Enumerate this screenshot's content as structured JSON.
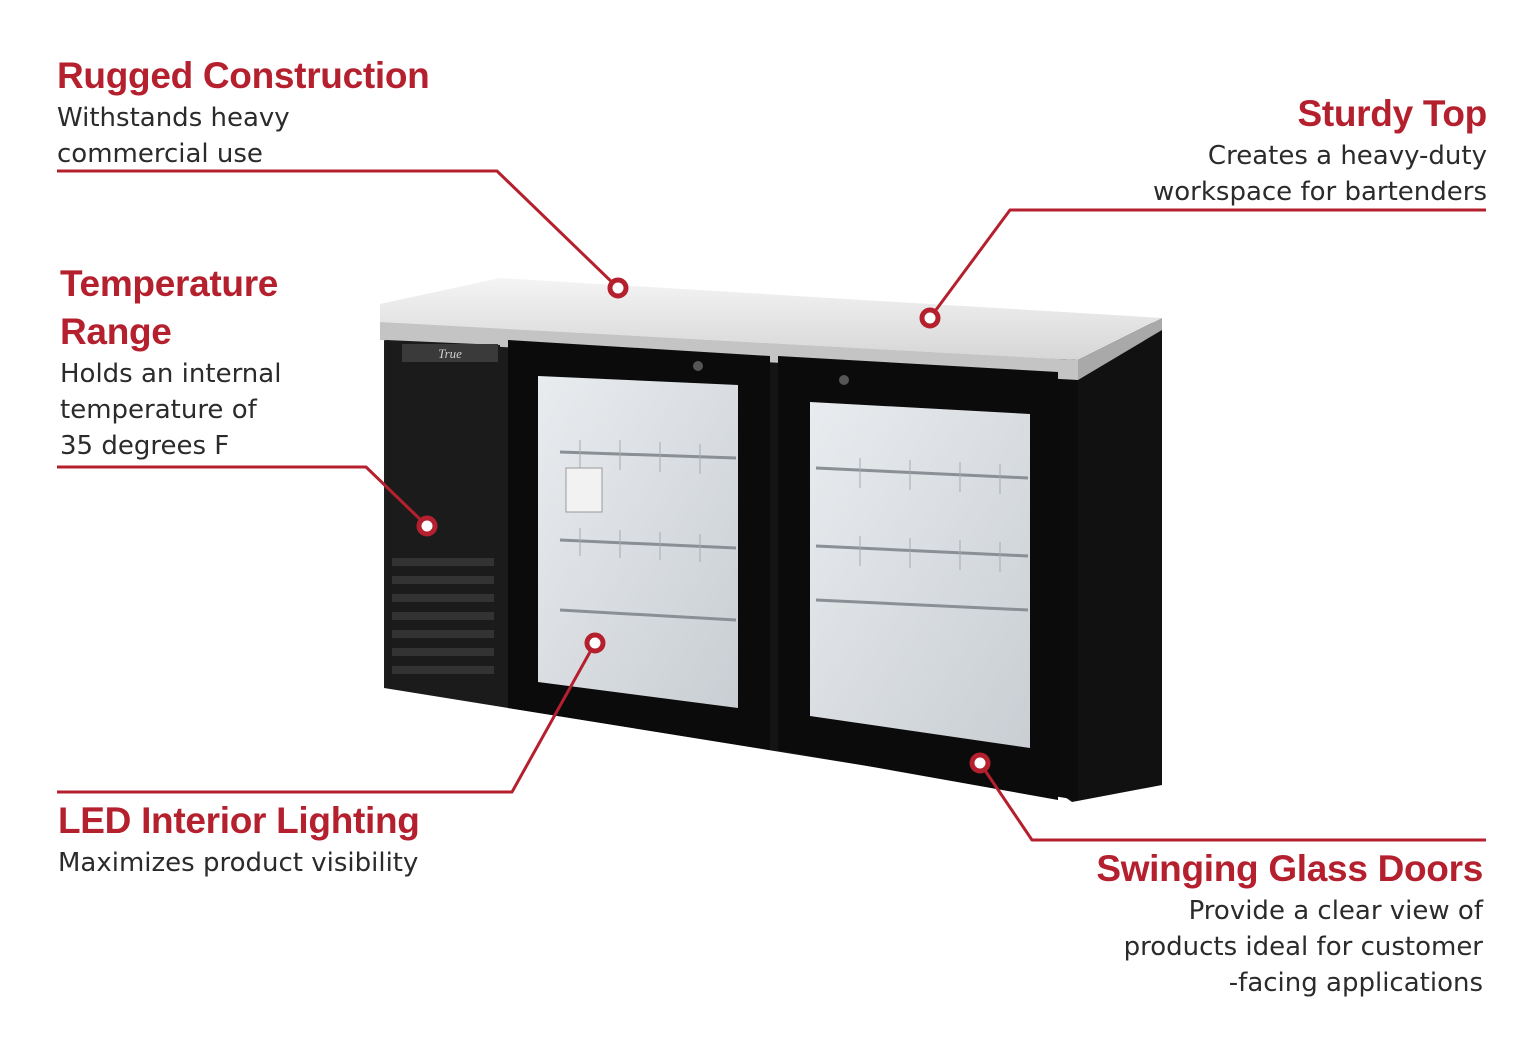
{
  "accent_color": "#b5202e",
  "product": {
    "brand_logo": "True",
    "features": [
      {
        "title": "Rugged Construction",
        "description": "Withstands heavy\ncommercial use"
      },
      {
        "title": "Sturdy Top",
        "description": "Creates a heavy-duty\nworkspace for bartenders"
      },
      {
        "title": "Temperature\nRange",
        "description": "Holds an internal\ntemperature of\n35 degrees F"
      },
      {
        "title": "LED Interior Lighting",
        "description": "Maximizes product visibility"
      },
      {
        "title": "Swinging Glass Doors",
        "description": "Provide a clear view of\nproducts ideal for customer\n-facing applications"
      }
    ]
  }
}
